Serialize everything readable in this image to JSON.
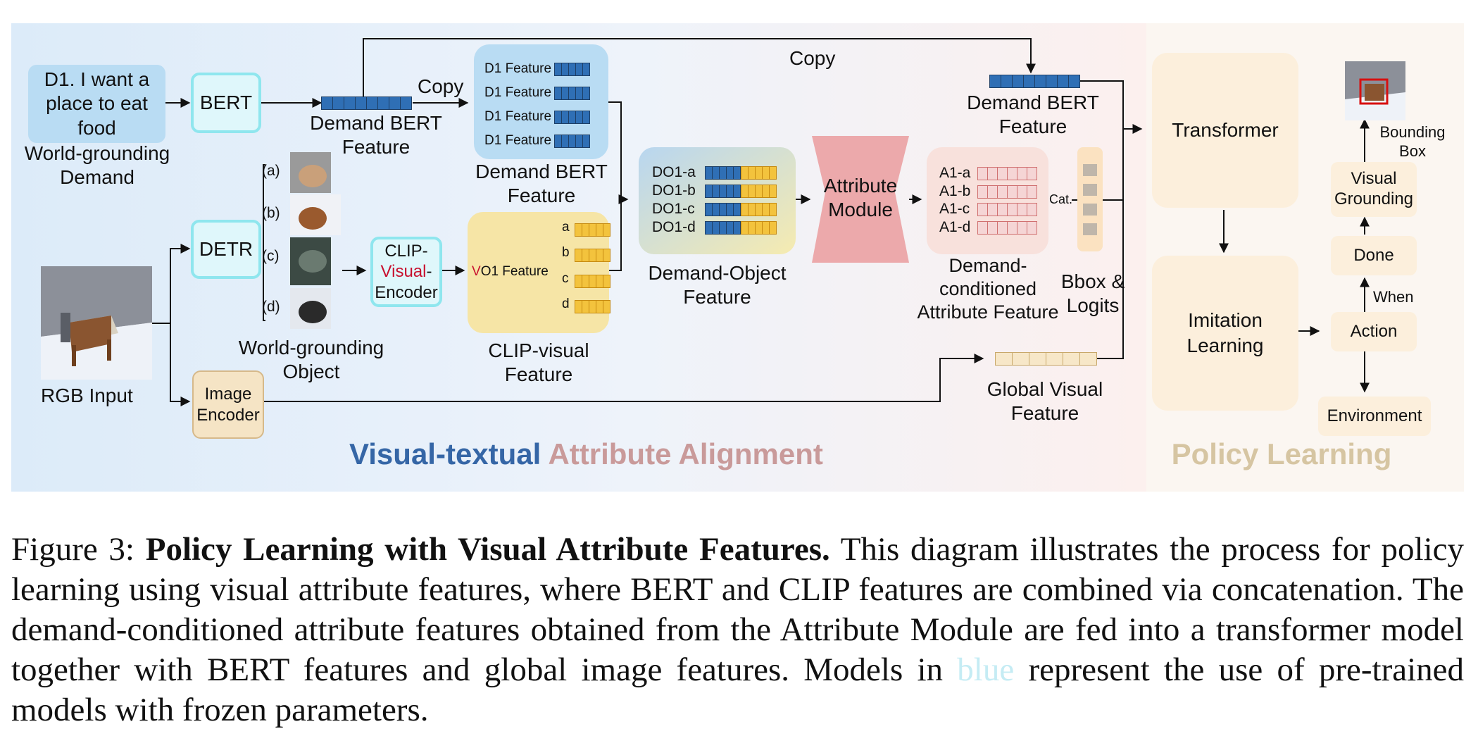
{
  "figure": {
    "demand_text": "D1. I want a place to eat food",
    "world_grounding_demand": "World-grounding Demand",
    "bert": "BERT",
    "demand_bert_feature": "Demand BERT Feature",
    "copy_1": "Copy",
    "copy_2": "Copy",
    "d1_feature": "D1 Feature",
    "d1_rows": [
      "D1 Feature",
      "D1 Feature",
      "D1 Feature",
      "D1 Feature"
    ],
    "demand_bert_feature_2": "Demand BERT Feature",
    "demand_bert_feature_3": "Demand BERT Feature",
    "detr": "DETR",
    "rgb_input": "RGB Input",
    "object_labels": [
      "(a)",
      "(b)",
      "(c)",
      "(d)"
    ],
    "world_grounding_object": "World-grounding Object",
    "clip_line1": "CLIP-",
    "clip_line2": "Visual",
    "clip_line3": "-",
    "clip_line4": "Encoder",
    "vo1_prefix": "V",
    "vo1_rest": "O1 Feature",
    "clip_letters": [
      "a",
      "b",
      "c",
      "d"
    ],
    "clip_visual_feature": "CLIP-visual Feature",
    "do_rows": [
      "DO1-a",
      "DO1-b",
      "DO1-c",
      "DO1-d"
    ],
    "demand_object_feature": "Demand-Object Feature",
    "attribute_module": "Attribute Module",
    "a_rows": [
      "A1-a",
      "A1-b",
      "A1-c",
      "A1-d"
    ],
    "dca_feature": "Demand-conditioned Attribute Feature",
    "cat": "Cat.",
    "bbox_logits": "Bbox & Logits",
    "image_encoder": "Image Encoder",
    "global_visual_feature": "Global Visual Feature",
    "title_blue": "Visual-textual",
    "title_pink": "Attribute Alignment",
    "transformer": "Transformer",
    "imitation_learning": "Imitation Learning",
    "bounding_box": "Bounding Box",
    "visual_grounding": "Visual Grounding",
    "done": "Done",
    "when": "When",
    "action": "Action",
    "environment": "Environment",
    "policy_learning": "Policy Learning",
    "colors": {
      "bert_box": "#dff7fb",
      "bert_border": "#8fe6ee",
      "feature_blue": "#2f6fb5",
      "feature_gold": "#f3c33d",
      "attribute_module": "#eca9ab",
      "title_blue": "#3566a6",
      "title_pink": "#c99a9a",
      "policy_title": "#d6c5a2",
      "policy_box": "#fcefdc"
    }
  },
  "caption": {
    "label": "Figure 3:",
    "title": "Policy Learning with Visual Attribute Features.",
    "body_1": "This diagram illustrates the process for policy learning using visual attribute features, where BERT and CLIP features are combined via concatenation. The demand-conditioned attribute features obtained from the Attribute Module are fed into a transformer model together with BERT features and global image features. Models in",
    "blue_word": "blue",
    "body_2": "represent the use of pre-trained models with frozen parameters."
  }
}
